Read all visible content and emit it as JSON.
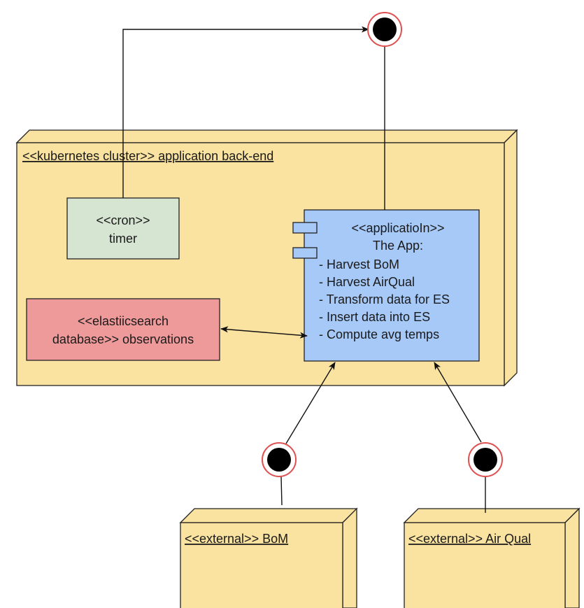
{
  "cluster": {
    "label": "<<kubernetes cluster>> application back-end"
  },
  "cron": {
    "stereotype": "<<cron>>",
    "name": "timer"
  },
  "app": {
    "stereotype": "<<applicatioIn>>",
    "name": "The App:",
    "tasks": [
      "- Harvest BoM",
      "- Harvest AirQual",
      "- Transform data for ES",
      "- Insert data into ES",
      "- Compute avg temps"
    ]
  },
  "db": {
    "line1": "<<elastiicsearch",
    "line2": "database>> observations"
  },
  "external_bom": {
    "label": "<<external>> BoM"
  },
  "external_airqual": {
    "label": "<<external>> Air Qual"
  },
  "colors": {
    "node_fill": "#fae3a0",
    "cron_fill": "#d6e4d2",
    "app_fill": "#a6c9f8",
    "db_fill": "#ef9a9a",
    "endpoint_ring": "#e05050",
    "endpoint_dot": "#000000"
  }
}
